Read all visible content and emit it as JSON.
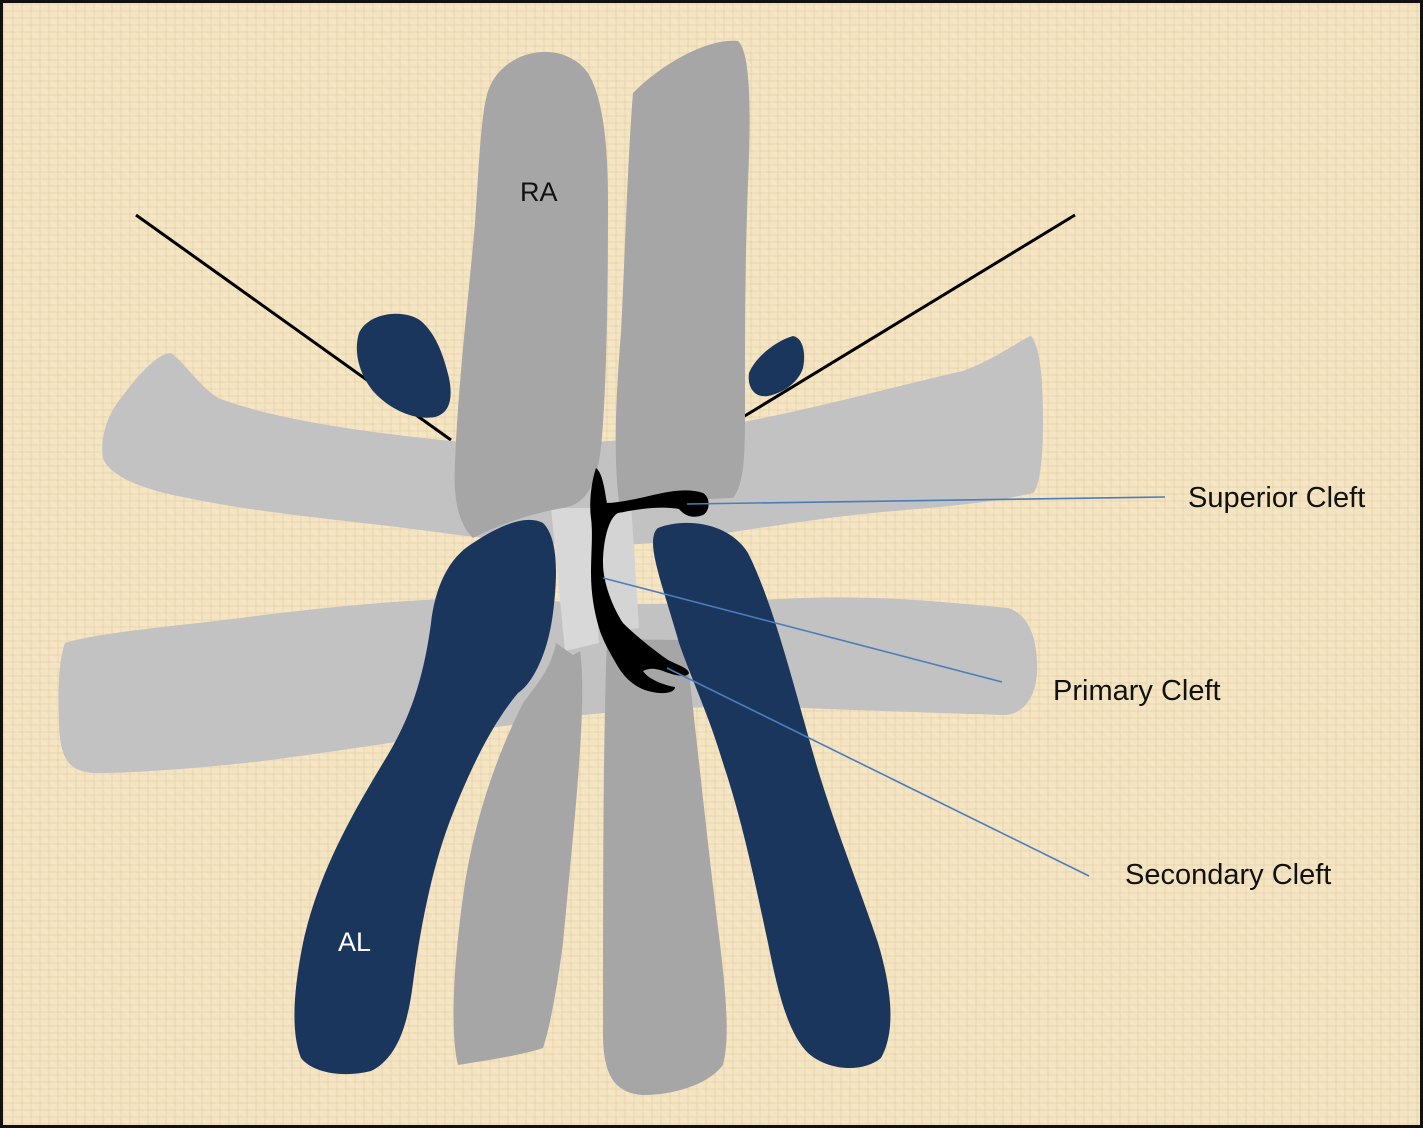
{
  "diagram": {
    "labels": {
      "ra": "RA",
      "al": "AL",
      "superior_cleft": "Superior Cleft",
      "primary_cleft": "Primary Cleft",
      "secondary_cleft": "Secondary Cleft"
    },
    "colors": {
      "background": "#f4e4c1",
      "light_gray_structures": "#c2c2c2",
      "mid_gray_structures": "#a6a6a6",
      "dark_blue_structures": "#1b365d",
      "cleft": "#000000",
      "leader_lines": "#4a7ebb",
      "reference_lines": "#000000"
    }
  }
}
